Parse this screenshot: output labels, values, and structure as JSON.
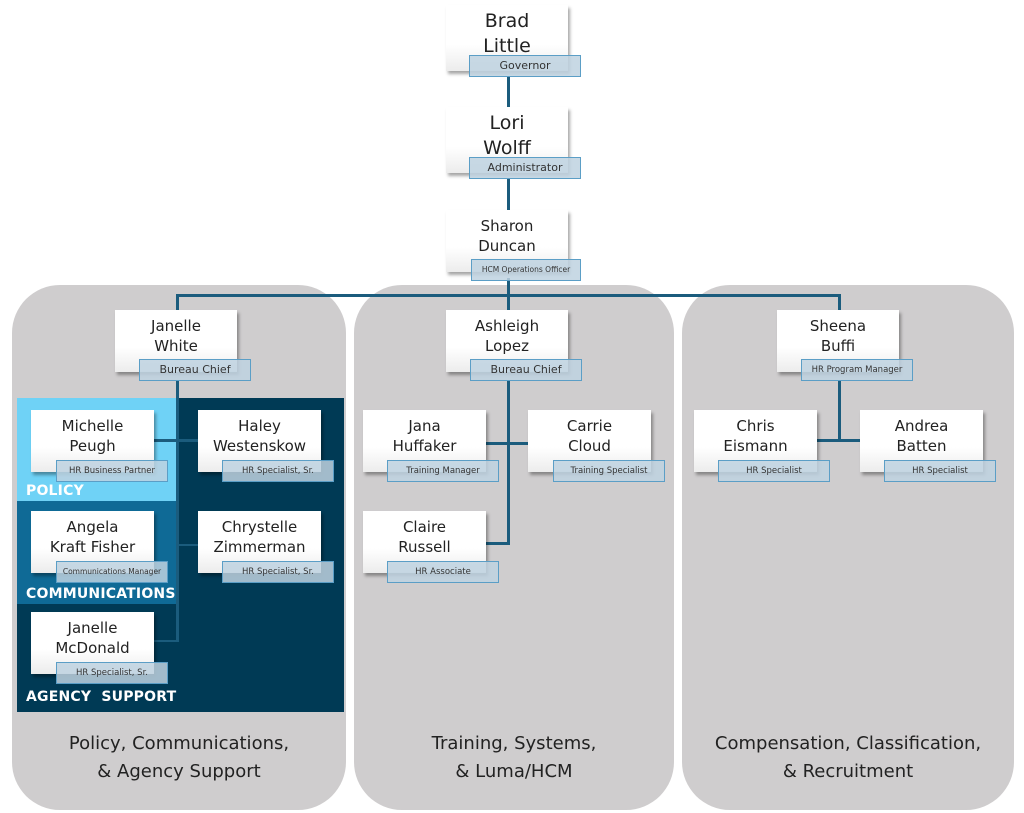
{
  "leadership": [
    {
      "first": "Brad",
      "last": "Little",
      "title": "Governor"
    },
    {
      "first": "Lori",
      "last": "Wolff",
      "title": "Administrator"
    },
    {
      "first": "Sharon",
      "last": "Duncan",
      "title": "HCM Operations Officer"
    }
  ],
  "divisions": [
    {
      "name_line1": "Policy, Communications,",
      "name_line2": "& Agency Support",
      "head": {
        "first": "Janelle",
        "last": "White",
        "title": "Bureau Chief"
      },
      "regions": [
        {
          "label": "POLICY",
          "color": "#6fd2f6"
        },
        {
          "label": "COMMUNICATIONS",
          "color": "#0f6a96"
        },
        {
          "label": "AGENCY  SUPPORT",
          "color": "#003a55"
        }
      ],
      "staff": [
        {
          "first": "Michelle",
          "last": "Peugh",
          "title": "HR Business Partner"
        },
        {
          "first": "Haley",
          "last": "Westenskow",
          "title": "HR Specialist, Sr."
        },
        {
          "first": "Angela",
          "last": "Kraft Fisher",
          "title": "Communications Manager"
        },
        {
          "first": "Chrystelle",
          "last": "Zimmerman",
          "title": "HR Specialist, Sr."
        },
        {
          "first": "Janelle",
          "last": "McDonald",
          "title": "HR Specialist, Sr."
        }
      ]
    },
    {
      "name_line1": "Training, Systems,",
      "name_line2": "& Luma/HCM",
      "head": {
        "first": "Ashleigh",
        "last": "Lopez",
        "title": "Bureau Chief"
      },
      "staff": [
        {
          "first": "Jana",
          "last": "Huffaker",
          "title": "Training Manager"
        },
        {
          "first": "Carrie",
          "last": "Cloud",
          "title": "Training Specialist"
        },
        {
          "first": "Claire",
          "last": "Russell",
          "title": "HR Associate"
        }
      ]
    },
    {
      "name_line1": "Compensation, Classification,",
      "name_line2": "& Recruitment",
      "head": {
        "first": "Sheena",
        "last": "Buffi",
        "title": "HR Program Manager"
      },
      "staff": [
        {
          "first": "Chris",
          "last": "Eismann",
          "title": "HR Specialist"
        },
        {
          "first": "Andrea",
          "last": "Batten",
          "title": "HR Specialist"
        }
      ]
    }
  ],
  "colors": {
    "connector": "#1b5c7d",
    "panel": "#cfcdce",
    "title_border": "#5b9ec6"
  }
}
